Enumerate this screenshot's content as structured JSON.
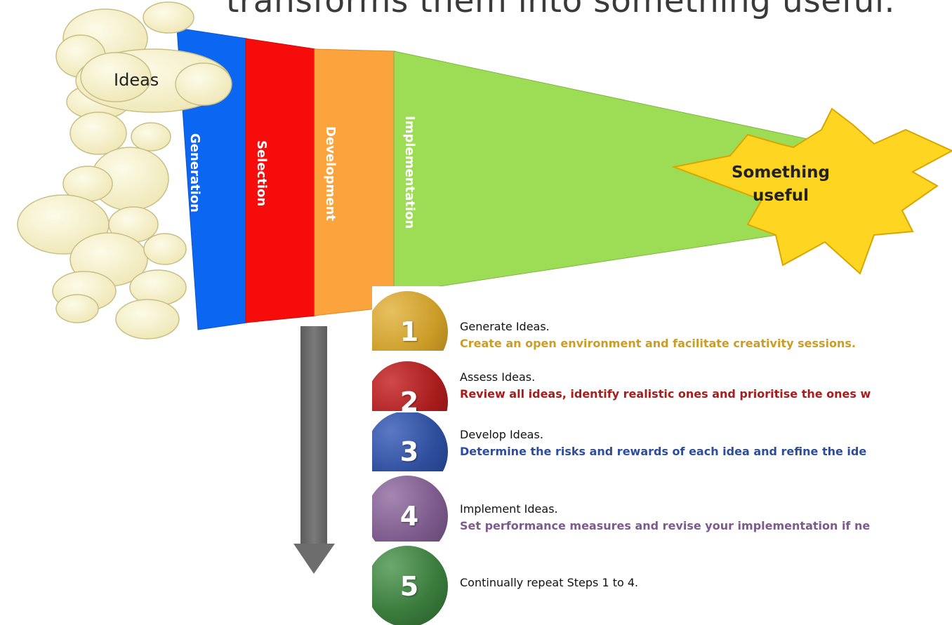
{
  "title": "transforms them into something useful.",
  "diagram": {
    "ideas_label": "Ideas",
    "stages": [
      {
        "label": "Generation",
        "color": "#0b66f2"
      },
      {
        "label": "Selection",
        "color": "#f70c0c"
      },
      {
        "label": "Development",
        "color": "#fba33c"
      },
      {
        "label": "Implementation",
        "color": "#9ddc55"
      }
    ],
    "outcome_line1": "Something",
    "outcome_line2": "useful",
    "cloud_color": "#f8f3cc",
    "star_color": "#fed521",
    "arrow_color": "#6d6d6d"
  },
  "steps": [
    {
      "number": "1",
      "title": "Generate Ideas.",
      "description": "Create an open environment and facilitate creativity sessions.",
      "color": "#cb9c27"
    },
    {
      "number": "2",
      "title": "Assess Ideas.",
      "description": "Review all ideas, identify realistic ones and prioritise the ones w",
      "color": "#a81c1c"
    },
    {
      "number": "3",
      "title": "Develop Ideas.",
      "description": "Determine the risks and rewards of each idea and refine the ide",
      "color": "#2d4d9c"
    },
    {
      "number": "4",
      "title": "Implement Ideas.",
      "description": "Set performance measures and revise your implementation if ne",
      "color": "#7d5a8c"
    },
    {
      "number": "5",
      "title": "Continually repeat Steps 1 to 4.",
      "description": "",
      "color": "#3b7c3d"
    }
  ]
}
